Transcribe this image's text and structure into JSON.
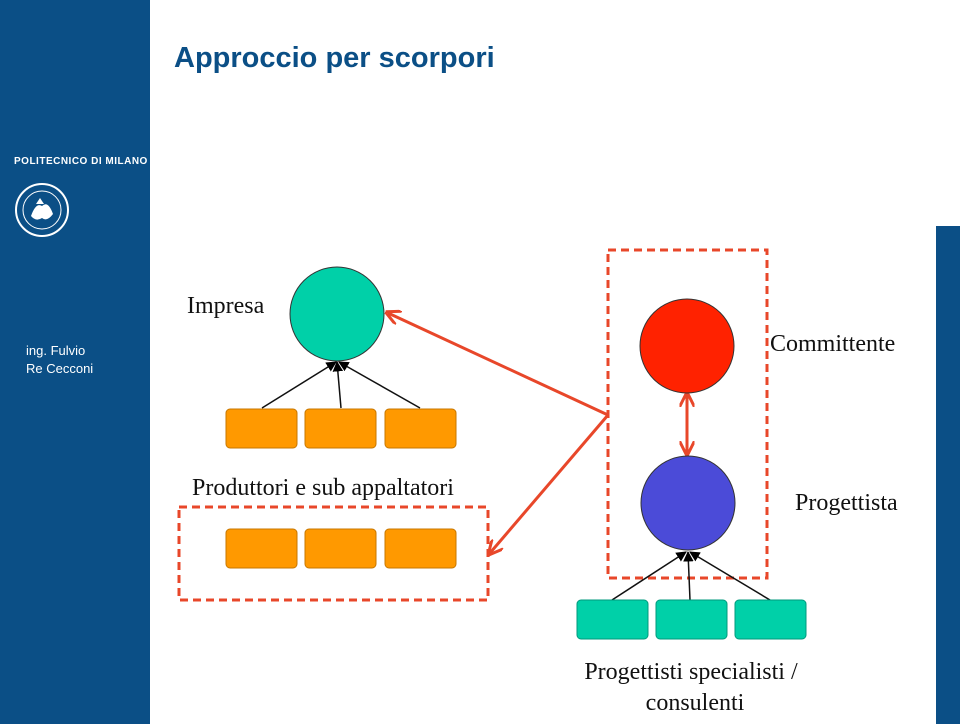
{
  "sidebar": {
    "institution": "POLITECNICO DI MILANO",
    "author_line1": "ing. Fulvio",
    "author_line2": "Re Cecconi"
  },
  "slide": {
    "title": "Approccio per scorpori"
  },
  "diagram": {
    "impresa": "Impresa",
    "committente": "Committente",
    "produttori": "Produttori e sub appaltatori",
    "progettista": "Progettista",
    "specialisti_line1": "Progettisti specialisti /",
    "specialisti_line2": "consulenti"
  },
  "colors": {
    "brand_blue": "#0b4f86",
    "impresa_node": "#00d0a8",
    "committente_node": "#ff2200",
    "progettista_node": "#4b4bd8",
    "orange_box": "#ff9900",
    "teal_box": "#00d0a8",
    "red_link": "#e8472a"
  }
}
